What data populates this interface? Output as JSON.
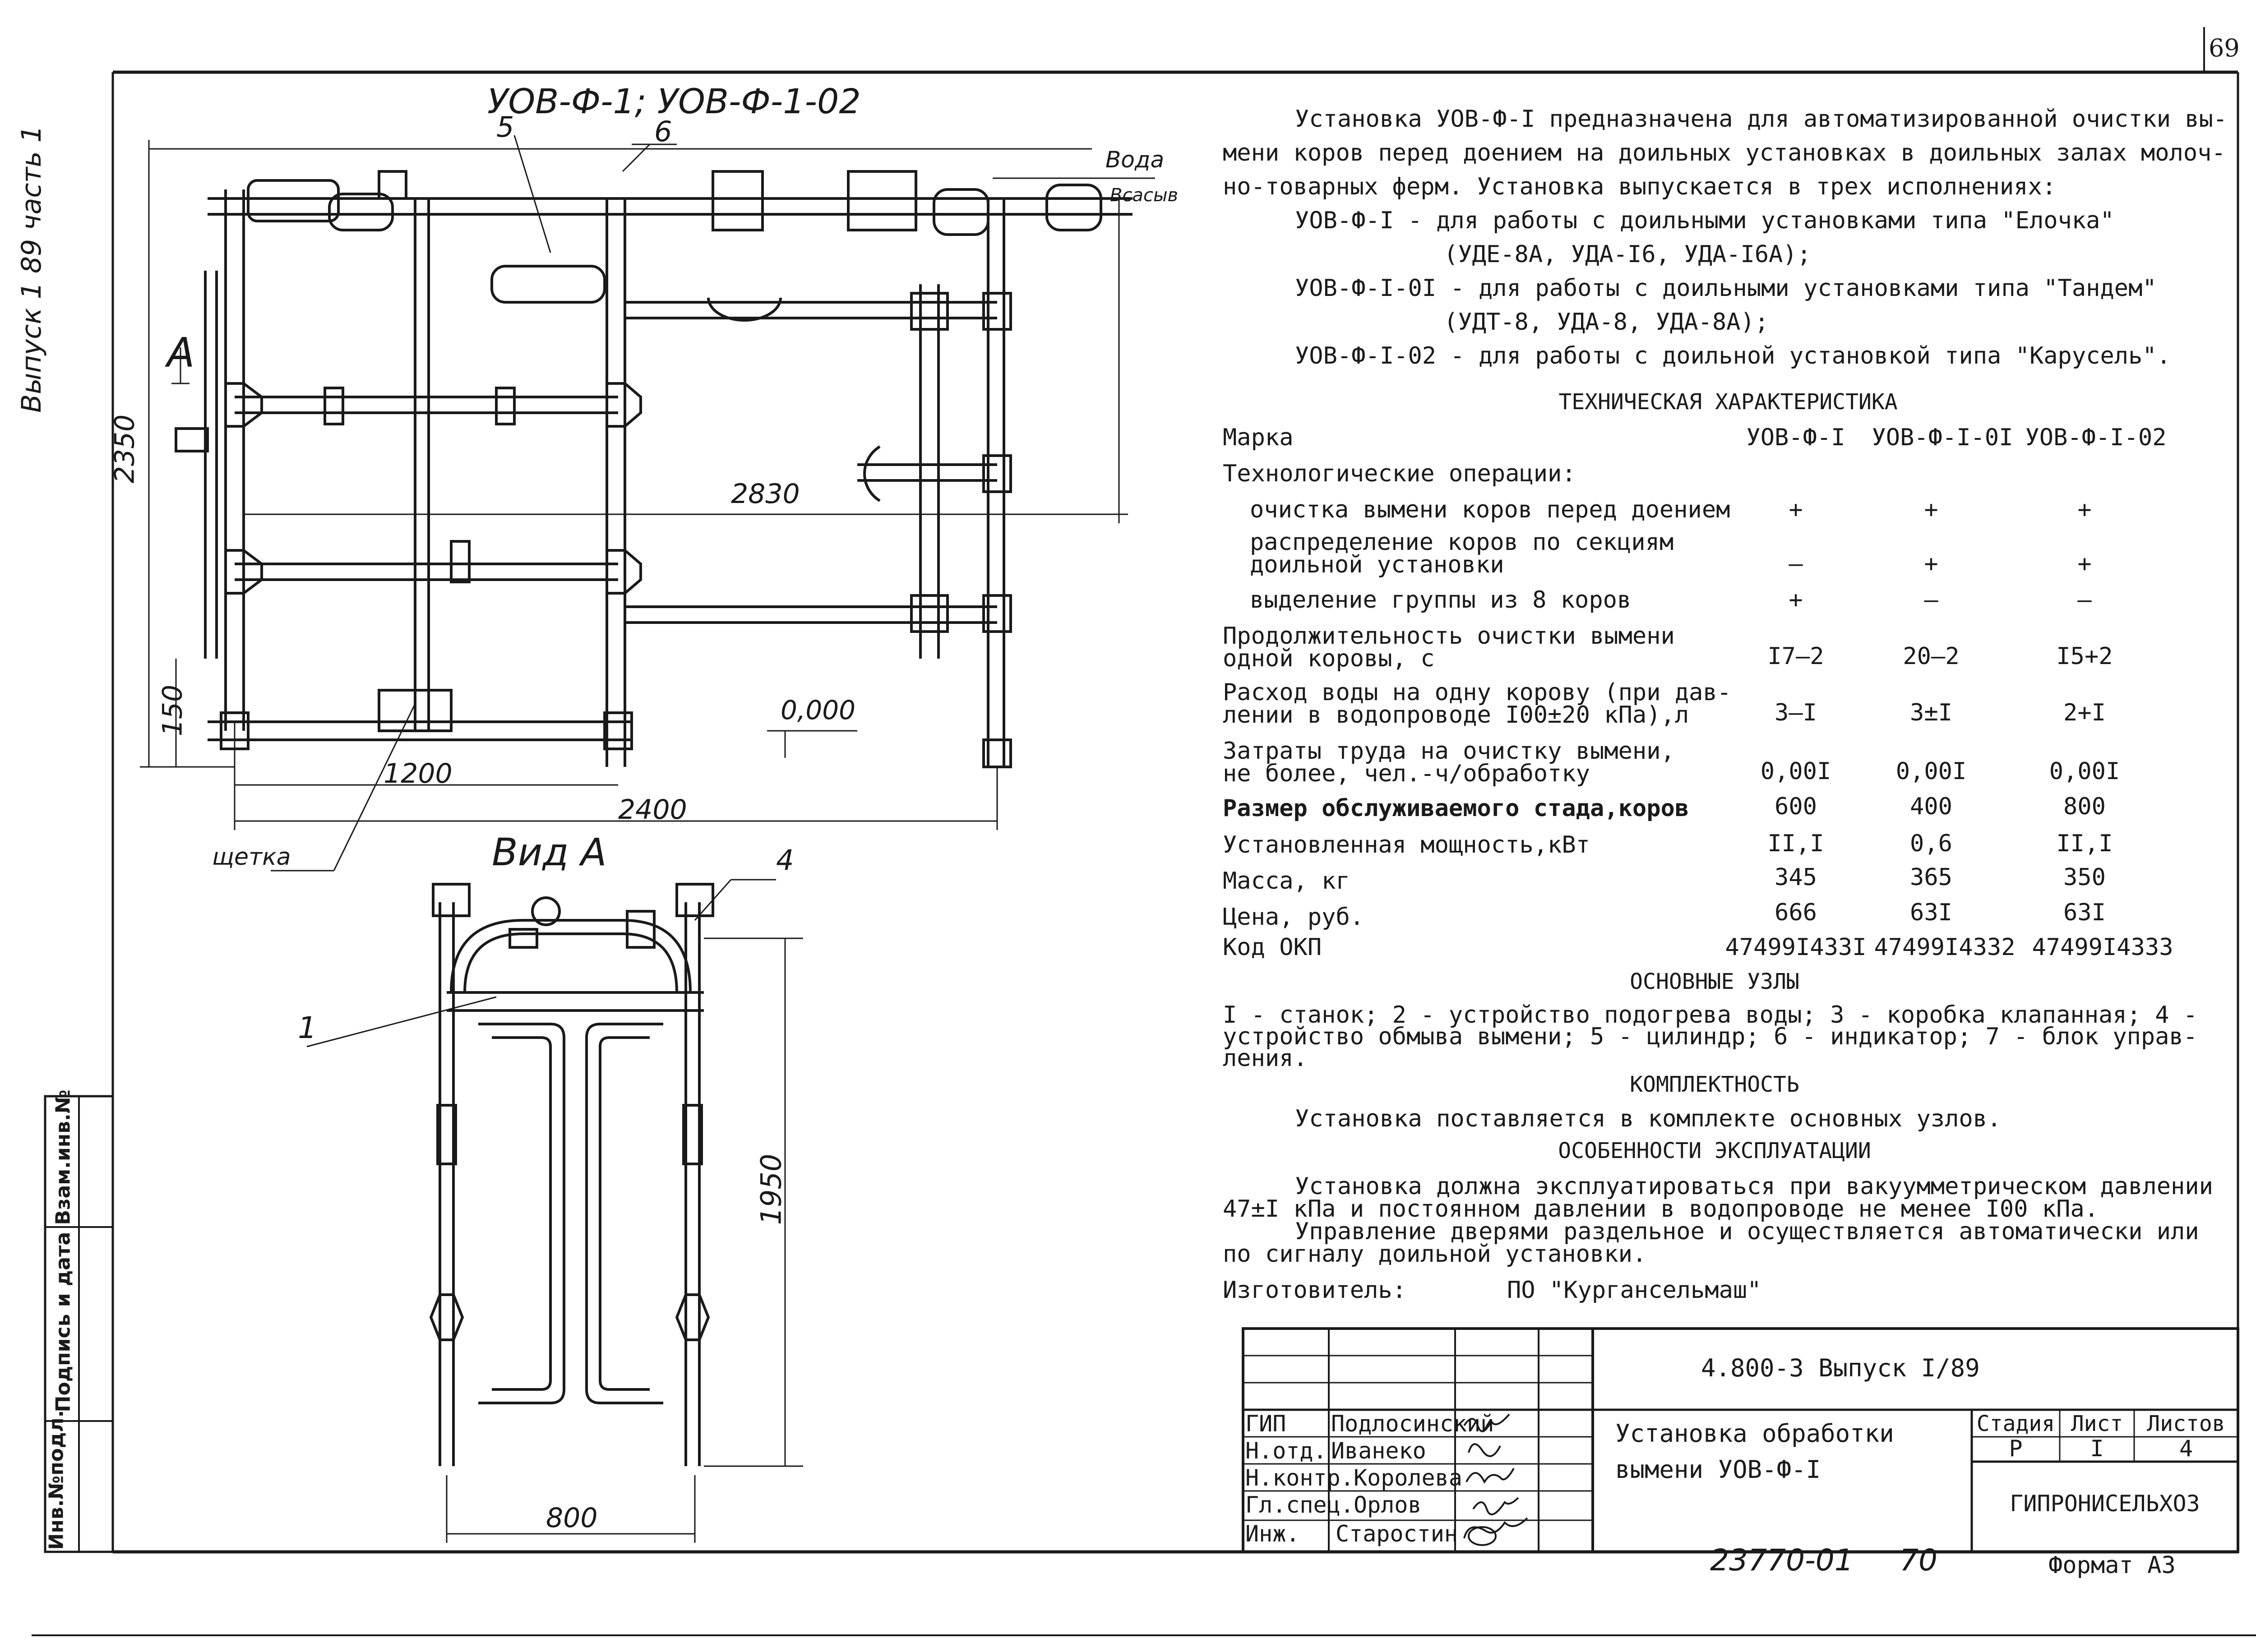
{
  "sheet_number": "69",
  "side_label": "Выпуск 1 89 часть 1",
  "drawing": {
    "title": "УОВ-Ф-1; УОВ-Ф-1-02",
    "callout_5": "5",
    "callout_6": "6",
    "callout_1": "1",
    "callout_4": "4",
    "label_voda": "Вода",
    "label_vsasyv": "Всасыв",
    "label_a": "А",
    "dim_2350": "2350",
    "dim_2830": "2830",
    "dim_150": "150",
    "dim_0000": "0,000",
    "dim_1200": "1200",
    "dim_2400": "2400",
    "label_brush": "щетка",
    "view_title": "Вид А",
    "dim_1950": "1950",
    "dim_800": "800"
  },
  "text": {
    "intro_1": "Установка УОВ-Ф-I предназначена для автоматизированной очистки вы-",
    "intro_2": "мени коров перед доением на доильных установках в доильных залах молоч-",
    "intro_3": "но-товарных ферм. Установка выпускается в трех исполнениях:",
    "v1_a": "УОВ-Ф-I - для работы с доильными установками типа \"Елочка\"",
    "v1_b": "(УДЕ-8А, УДА-I6, УДА-I6А);",
    "v2_a": "УОВ-Ф-I-0I - для работы с доильными установками типа \"Тандем\"",
    "v2_b": "(УДТ-8, УДА-8, УДА-8А);",
    "v3": "УОВ-Ф-I-02 - для работы с доильной установкой типа \"Карусель\".",
    "tech_heading": "ТЕХНИЧЕСКАЯ ХАРАКТЕРИСТИКА",
    "nodes_heading": "ОСНОВНЫЕ УЗЛЫ",
    "nodes_1": "I - станок; 2 - устройство подогрева воды; 3 - коробка клапанная; 4 -",
    "nodes_2": "устройство обмыва вымени; 5 - цилиндр; 6 - индикатор; 7 - блок управ-",
    "nodes_3": "ления.",
    "kit_heading": "КОМПЛЕКТНОСТЬ",
    "kit_text": "Установка поставляется в комплекте основных узлов.",
    "ops_heading": "ОСОБЕННОСТИ ЭКСПЛУАТАЦИИ",
    "ops_1": "Установка должна эксплуатироваться при вакуумметрическом давлении",
    "ops_2": "47±I кПа и постоянном давлении в водопроводе не менее I00 кПа.",
    "ops_3": "Управление дверями раздельное и осуществляется автоматически или",
    "ops_4": "по сигналу доильной установки.",
    "maker_label": "Изготовитель:",
    "maker_value": "ПО \"Кургансельмаш\""
  },
  "spec": {
    "col_label": "Марка",
    "columns": [
      "УОВ-Ф-I",
      "УОВ-Ф-I-0I",
      "УОВ-Ф-I-02"
    ],
    "group_label": "Технологические операции:",
    "rows": [
      {
        "label1": "очистка вымени коров перед доением",
        "label2": "",
        "values": [
          "+",
          "+",
          "+"
        ]
      },
      {
        "label1": "распределение коров по секциям",
        "label2": "доильной установки",
        "values": [
          "–",
          "+",
          "+"
        ]
      },
      {
        "label1": "выделение группы из 8 коров",
        "label2": "",
        "values": [
          "+",
          "–",
          "–"
        ]
      },
      {
        "label1": "Продолжительность очистки вымени",
        "label2": "одной коровы, с",
        "values": [
          "I7–2",
          "20–2",
          "I5+2"
        ]
      },
      {
        "label1": "Расход воды на одну корову (при дав-",
        "label2": "лении в водопроводе I00±20 кПа),л",
        "values": [
          "3–I",
          "3±I",
          "2+I"
        ]
      },
      {
        "label1": "Затраты труда на очистку вымени,",
        "label2": "не более, чел.-ч/обработку",
        "values": [
          "0,00I",
          "0,00I",
          "0,00I"
        ]
      },
      {
        "label1": "Размер обслуживаемого стада,коров",
        "label2": "",
        "values": [
          "600",
          "400",
          "800"
        ]
      },
      {
        "label1": "Установленная мощность,кВт",
        "label2": "",
        "values": [
          "II,I",
          "0,6",
          "II,I"
        ]
      },
      {
        "label1": "Масса, кг",
        "label2": "",
        "values": [
          "345",
          "365",
          "350"
        ]
      },
      {
        "label1": "Цена, руб.",
        "label2": "",
        "values": [
          "666",
          "63I",
          "63I"
        ]
      },
      {
        "label1": "Код ОКП",
        "label2": "",
        "values": [
          "47499I433I",
          "47499I4332",
          "47499I4333"
        ]
      }
    ]
  },
  "title_block": {
    "doc_code": "4.800-3  Выпуск I/89",
    "title_1": "Установка обработки",
    "title_2": "вымени  УОВ-Ф-I",
    "stage_label": "Стадия",
    "sheet_label": "Лист",
    "sheets_label": "Листов",
    "stage": "Р",
    "sheet": "I",
    "sheets": "4",
    "org": "ГИПРОНИСЕЛЬХОЗ",
    "roles": [
      {
        "role": "ГИП",
        "name": "Подлосинский"
      },
      {
        "role": "Н.отд.",
        "name": "Иванеко"
      },
      {
        "role": "Н.контр.",
        "name": "Королева"
      },
      {
        "role": "Гл.спец.",
        "name": "Орлов"
      },
      {
        "role": "Инж.",
        "name": "Старостин"
      }
    ],
    "archive_no": "23770-01",
    "archive_page": "70",
    "format": "Формат А3"
  },
  "margin_boxes": {
    "b1": "Взам.инв.№",
    "b2": "Подпись и дата",
    "b3": "Инв.№подл."
  }
}
